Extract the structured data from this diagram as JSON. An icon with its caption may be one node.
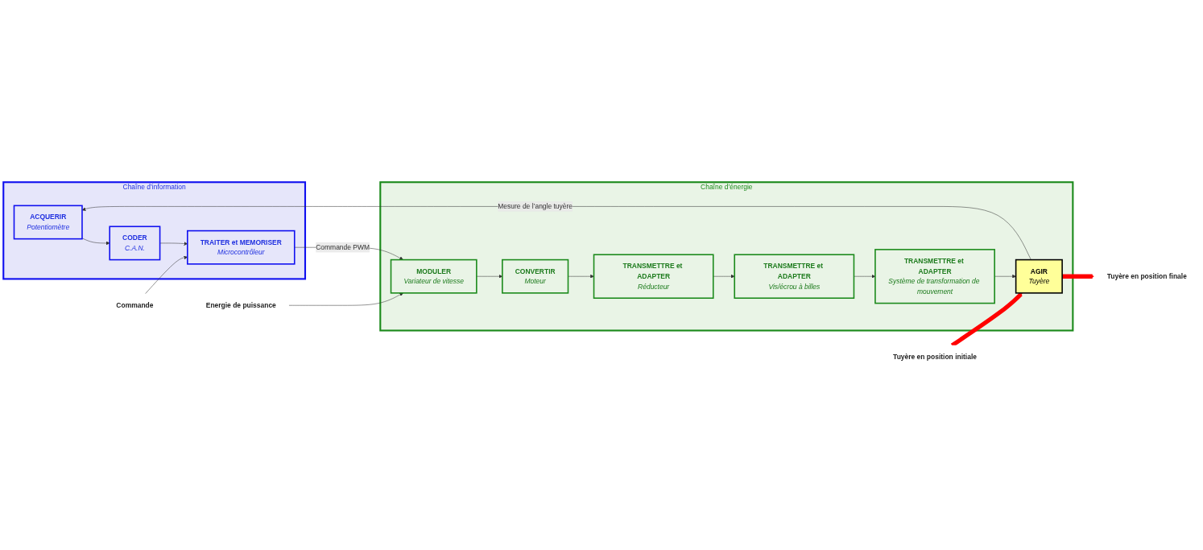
{
  "diagram": {
    "nodes": [
      {
        "text": [
          "Chaîne d’information"
        ]
      },
      {
        "text": [
          "ACQUERIR",
          "Potentiomètre"
        ],
        "in": 0
      },
      {
        "text": [
          "CODER",
          "C.A.N."
        ],
        "in": 0
      },
      {
        "text": [
          "TRAITER et MEMORISER",
          "Microcontrôleur"
        ],
        "in": 0
      },
      {
        "text": [
          "Chaîne d’énergie"
        ]
      },
      {
        "text": [
          "MODULER",
          "Variateur de vitesse"
        ],
        "in": 4
      },
      {
        "text": [
          "CONVERTIR",
          "Moteur"
        ],
        "in": 4
      },
      {
        "text": [
          "TRANSMETTRE et ADAPTER",
          "Réducteur"
        ],
        "in": 4
      },
      {
        "text": [
          "TRANSMETTRE et ADAPTER",
          "Vis/écrou à billes"
        ],
        "in": 4
      },
      {
        "text": [
          "TRANSMETTRE et ADAPTER",
          "Système de transformation de mouvement"
        ],
        "in": 4
      },
      {
        "text": [
          "AGIR",
          "Tuyère"
        ],
        "in": 4
      },
      {
        "text": [
          "Commande"
        ]
      },
      {
        "text": [
          "Energie de puissance"
        ]
      },
      {
        "text": [
          "Tuyère en position initiale"
        ]
      },
      {
        "text": [
          "Tuyère en position finale"
        ]
      }
    ],
    "edges": [
      {
        "from": 10,
        "to": 1,
        "arrow": "to",
        "label": "Mesure de l’angle tuyère"
      },
      {
        "from": 1,
        "to": 2,
        "arrow": "to"
      },
      {
        "from": 2,
        "to": 3,
        "arrow": "to"
      },
      {
        "from": 11,
        "to": 3,
        "arrow": "to"
      },
      {
        "from": 3,
        "to": 5,
        "arrow": "to",
        "label": "Commande PWM"
      },
      {
        "from": 12,
        "to": 5,
        "arrow": "to"
      },
      {
        "from": 5,
        "to": 6,
        "arrow": "to"
      },
      {
        "from": 6,
        "to": 7,
        "arrow": "to"
      },
      {
        "from": 7,
        "to": 8,
        "arrow": "to"
      },
      {
        "from": 8,
        "to": 9,
        "arrow": "to"
      },
      {
        "from": 9,
        "to": 10,
        "arrow": "to"
      },
      {
        "from": 13,
        "to": 10,
        "arrow": "to",
        "style": "thick",
        "color": "#ff0000"
      },
      {
        "from": 10,
        "to": 14,
        "arrow": "to",
        "style": "thick",
        "color": "#ff0000"
      }
    ]
  }
}
